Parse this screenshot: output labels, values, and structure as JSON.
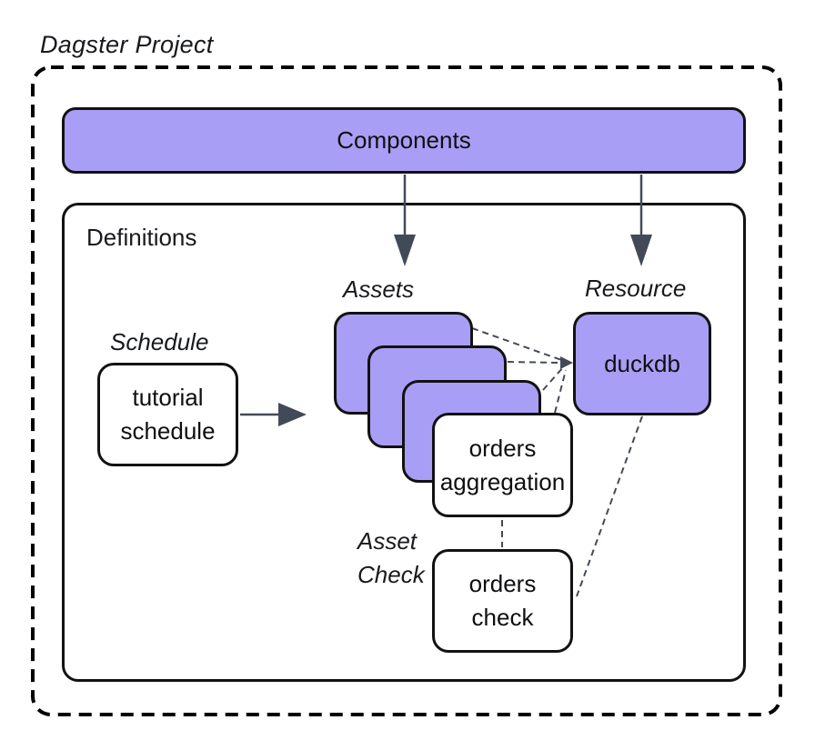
{
  "colors": {
    "purple": "#A99EF5",
    "outline": "#121212",
    "connector": "#434A57"
  },
  "title": "Dagster Project",
  "components": {
    "label": "Components"
  },
  "definitions": {
    "label": "Definitions"
  },
  "schedule": {
    "caption": "Schedule",
    "node": "tutorial\nschedule"
  },
  "assets": {
    "caption": "Assets",
    "orders_aggregation_node": "orders\naggregation"
  },
  "resource": {
    "caption": "Resource",
    "duckdb_node": "duckdb"
  },
  "asset_check": {
    "caption": "Asset\nCheck",
    "orders_check_node": "orders\ncheck"
  }
}
